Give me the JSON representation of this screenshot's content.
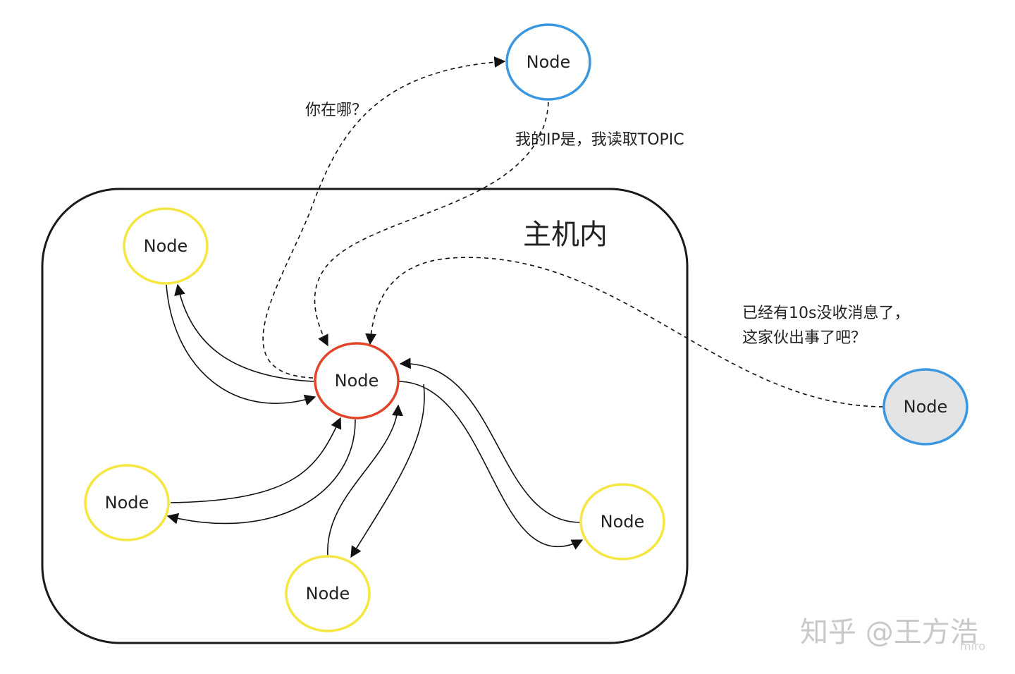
{
  "host": {
    "title": "主机内"
  },
  "nodes": {
    "center": "Node",
    "top_left": "Node",
    "left": "Node",
    "bottom": "Node",
    "right": "Node",
    "remote": "Node",
    "offline": "Node"
  },
  "notes": {
    "where_are_you": "你在哪？",
    "my_ip": "我的IP是，我读取TOPIC",
    "no_message_line1": "已经有10s没收消息了，",
    "no_message_line2": "这家伙出事了吧？"
  },
  "watermark": {
    "text": "知乎 @王方浩",
    "small": "miro"
  },
  "colors": {
    "center_stroke": "#e0452a",
    "local_stroke": "#f5e642",
    "remote_stroke": "#3a97e0",
    "offline_fill": "#e4e4e4",
    "host_stroke": "#1a1a1a"
  }
}
